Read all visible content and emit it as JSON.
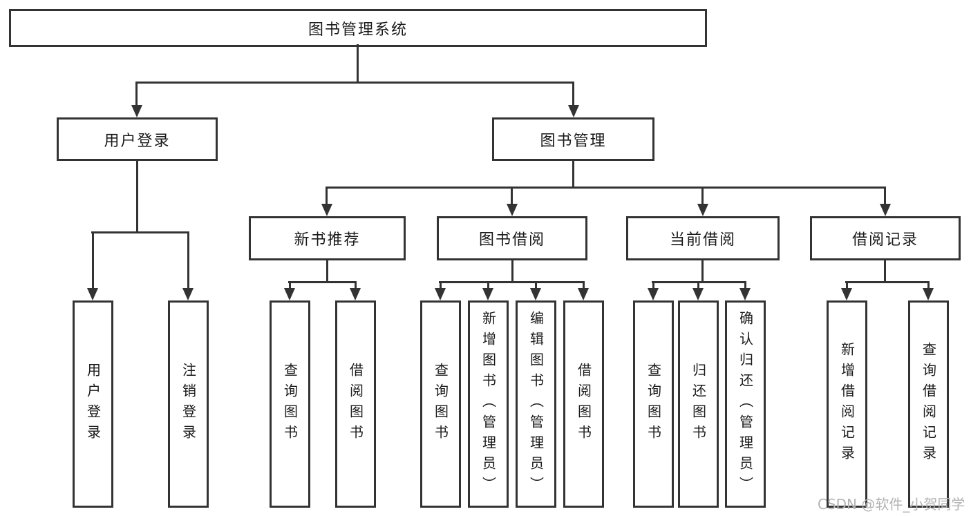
{
  "tree": {
    "root": "图书管理系统",
    "branches": [
      {
        "label": "用户登录",
        "leaves": [
          "用户登录",
          "注销登录"
        ]
      },
      {
        "label": "图书管理",
        "sections": [
          {
            "label": "新书推荐",
            "leaves": [
              "查询图书",
              "借阅图书"
            ]
          },
          {
            "label": "图书借阅",
            "leaves": [
              "查询图书",
              "新增图书（管理员）",
              "编辑图书（管理员）",
              "借阅图书"
            ]
          },
          {
            "label": "当前借阅",
            "leaves": [
              "查询图书",
              "归还图书",
              "确认归还（管理员）"
            ]
          },
          {
            "label": "借阅记录",
            "leaves": [
              "新增借阅记录",
              "查询借阅记录"
            ]
          }
        ]
      }
    ]
  },
  "watermark": "CSDN @软件_小贺同学",
  "colors": {
    "line": "#333333",
    "text": "#1a1a1a",
    "watermark": "#b3b3b3",
    "background": "#ffffff"
  }
}
